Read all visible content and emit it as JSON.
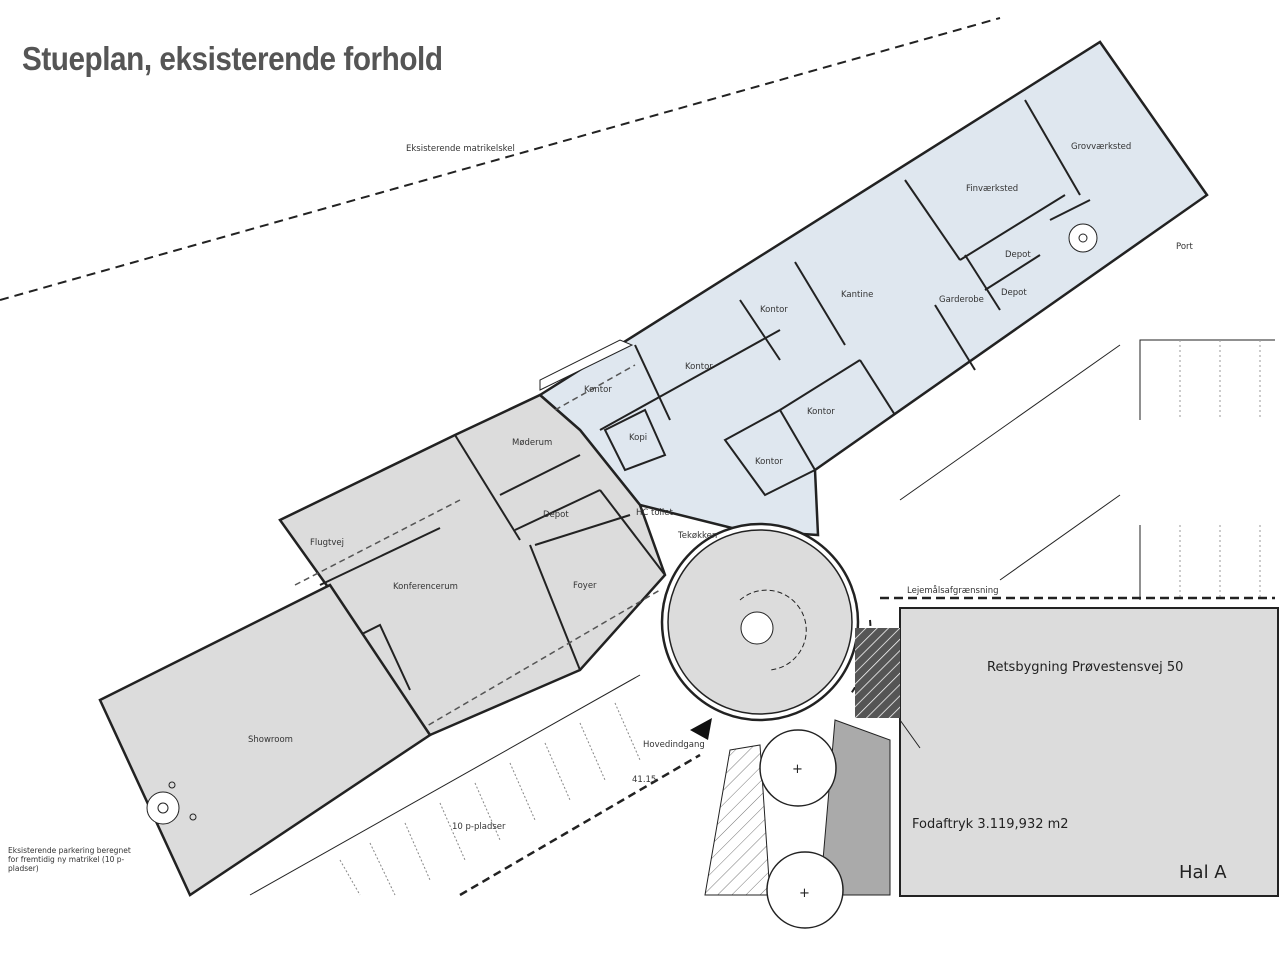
{
  "title": "Stueplan, eksisterende forhold",
  "labels": {
    "matrikelskel": "Eksisterende matrikelskel",
    "grovvaerksted": "Grovværksted",
    "finvaerksted": "Finværksted",
    "port": "Port",
    "depot1": "Depot",
    "depot2": "Depot",
    "garderobe": "Garderobe",
    "kantine": "Kantine",
    "kontor1": "Kontor",
    "kontor2": "Kontor",
    "kontor3": "Kontor",
    "kontor4": "Kontor",
    "kontor5": "Kontor",
    "kopi": "Kopi",
    "moderum": "Møderum",
    "depot3": "Depot",
    "hc_toilet": "HC toilet",
    "tekokken": "Tekøkken",
    "flugtvej": "Flugtvej",
    "konferencerum": "Konferencerum",
    "foyer": "Foyer",
    "showroom": "Showroom",
    "hovedindgang": "Hovedindgang",
    "dimension": "41.15",
    "p_pladser": "10 p-pladser",
    "lejemaal": "Lejemålsafgrænsning",
    "retsbygning": "Retsbygning Prøvestensvej 50",
    "fodaftryk": "Fodaftryk 3.119,932 m2",
    "hal_a": "Hal A"
  },
  "parking_note": "Eksisterende parkering beregnet for fremtidig ny matrikel (10 p-pladser)",
  "colors": {
    "office_wing": "#dfe7ef",
    "common_area": "#dcdcdc",
    "walls": "#222222",
    "hatch": "#555555"
  }
}
